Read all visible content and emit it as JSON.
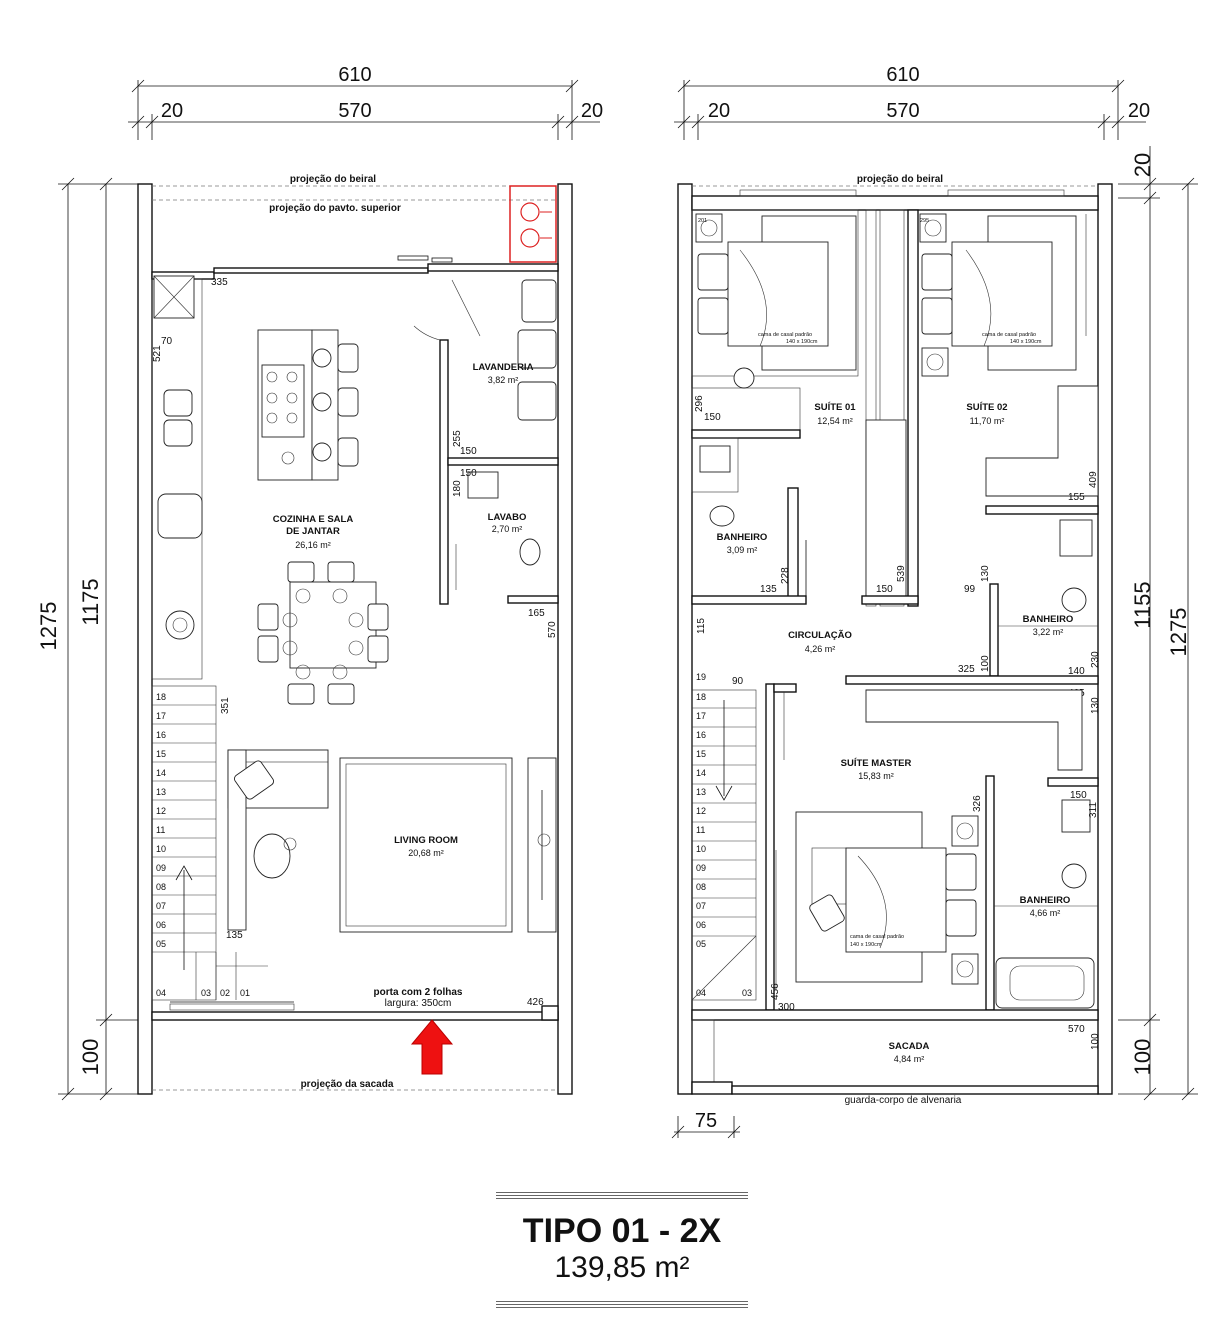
{
  "title": {
    "name": "TIPO 01 - 2X",
    "area": "139,85 m²"
  },
  "left_plan": {
    "dims_top": {
      "total": "610",
      "left": "20",
      "middle": "570",
      "right": "20"
    },
    "dims_side": {
      "outer": "1275",
      "inner": "1175",
      "bottom": "100"
    },
    "notes": {
      "beiral": "projeção do beiral",
      "pavto": "projeção do pavto. superior",
      "sacada": "projeção da sacada",
      "door_line1": "porta com 2 folhas",
      "door_line2": "largura: 350cm"
    },
    "rooms": {
      "kitchen_name_1": "COZINHA E SALA",
      "kitchen_name_2": "DE JANTAR",
      "kitchen_area": "26,16 m²",
      "laundry_name": "LAVANDERIA",
      "laundry_area": "3,82 m²",
      "lavabo_name": "LAVABO",
      "lavabo_area": "2,70 m²",
      "living_name": "LIVING ROOM",
      "living_area": "20,68 m²"
    },
    "measures": {
      "m335": "335",
      "m70": "70",
      "m521": "521",
      "m255": "255",
      "m150a": "150",
      "m180": "180",
      "m150b": "150",
      "m165": "165",
      "m570": "570",
      "m351": "351",
      "m135": "135",
      "m426": "426"
    },
    "steps": [
      "18",
      "17",
      "16",
      "15",
      "14",
      "13",
      "12",
      "11",
      "10",
      "09",
      "08",
      "07",
      "06",
      "05",
      "04",
      "03",
      "02",
      "01"
    ]
  },
  "right_plan": {
    "dims_top": {
      "total": "610",
      "left": "20",
      "middle": "570",
      "right": "20"
    },
    "dims_side": {
      "outer": "1275",
      "inner": "1155",
      "top": "20",
      "bottom": "100"
    },
    "dim_bottom": "75",
    "notes": {
      "beiral": "projeção do beiral",
      "guarda": "guarda-corpo de alvenaria"
    },
    "rooms": {
      "suite01_name": "SUÍTE 01",
      "suite01_area": "12,54 m²",
      "suite02_name": "SUÍTE 02",
      "suite02_area": "11,70 m²",
      "bath1_name": "BANHEIRO",
      "bath1_area": "3,09 m²",
      "circ_name": "CIRCULAÇÃO",
      "circ_area": "4,26 m²",
      "bath2_name": "BANHEIRO",
      "bath2_area": "3,22 m²",
      "master_name": "SUÍTE MASTER",
      "master_area": "15,83 m²",
      "bath3_name": "BANHEIRO",
      "bath3_area": "4,66 m²",
      "sacada_name": "SACADA",
      "sacada_area": "4,84 m²"
    },
    "bed_label_1": "cama de casal padrão",
    "bed_label_2": "140 x 190cm",
    "measures": {
      "m296": "296",
      "m150a": "150",
      "m228": "228",
      "m135": "135",
      "m150b": "150",
      "m539": "539",
      "m409": "409",
      "m155": "155",
      "m99": "99",
      "m130a": "130",
      "m100a": "100",
      "m325": "325",
      "m230": "230",
      "m140": "140",
      "m465": "465",
      "m130b": "130",
      "m115": "115",
      "m90": "90",
      "m326": "326",
      "m150c": "150",
      "m311": "311",
      "m456": "456",
      "m300": "300",
      "m570": "570",
      "m100b": "100",
      "m201": "201",
      "m295": "295"
    },
    "steps": [
      "19",
      "18",
      "17",
      "16",
      "15",
      "14",
      "13",
      "12",
      "11",
      "10",
      "09",
      "08",
      "07",
      "06",
      "05",
      "04",
      "03"
    ]
  }
}
